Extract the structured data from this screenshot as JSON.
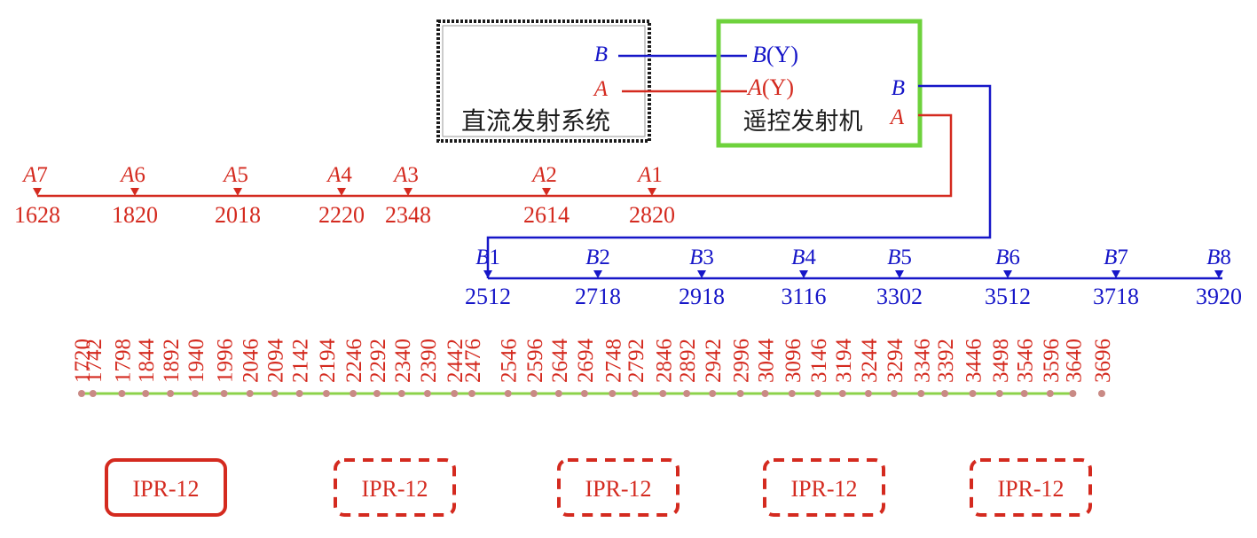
{
  "colors": {
    "red": "#d42a1f",
    "blue": "#1616c8",
    "green": "#6ed23c",
    "line_green": "#8cd24a",
    "dot": "#c98a85",
    "black": "#1a1a1a"
  },
  "dc_system": {
    "label": "直流发射系统",
    "port_b": "B",
    "port_a": "A"
  },
  "remote_transmitter": {
    "label": "遥控发射机",
    "in_b": "B(Y)",
    "in_a": "A(Y)",
    "out_b": "B",
    "out_a": "A"
  },
  "line_a": {
    "stations": [
      {
        "name": "A7",
        "value": "1628"
      },
      {
        "name": "A6",
        "value": "1820"
      },
      {
        "name": "A5",
        "value": "2018"
      },
      {
        "name": "A4",
        "value": "2220"
      },
      {
        "name": "A3",
        "value": "2348"
      },
      {
        "name": "A2",
        "value": "2614"
      },
      {
        "name": "A1",
        "value": "2820"
      }
    ]
  },
  "line_b": {
    "stations": [
      {
        "name": "B1",
        "value": "2512"
      },
      {
        "name": "B2",
        "value": "2718"
      },
      {
        "name": "B3",
        "value": "2918"
      },
      {
        "name": "B4",
        "value": "3116"
      },
      {
        "name": "B5",
        "value": "3302"
      },
      {
        "name": "B6",
        "value": "3512"
      },
      {
        "name": "B7",
        "value": "3718"
      },
      {
        "name": "B8",
        "value": "3920"
      }
    ]
  },
  "receiver_line": {
    "points": [
      "1720",
      "1742",
      "1798",
      "1844",
      "1892",
      "1940",
      "1996",
      "2046",
      "2094",
      "2142",
      "2194",
      "2246",
      "2292",
      "2340",
      "2390",
      "2442",
      "2476",
      "2546",
      "2596",
      "2644",
      "2694",
      "2748",
      "2792",
      "2846",
      "2892",
      "2942",
      "2996",
      "3044",
      "3096",
      "3146",
      "3194",
      "3244",
      "3294",
      "3346",
      "3392",
      "3446",
      "3498",
      "3546",
      "3596",
      "3640",
      "3696"
    ]
  },
  "receivers": [
    {
      "label": "IPR-12",
      "style": "solid"
    },
    {
      "label": "IPR-12",
      "style": "dashed"
    },
    {
      "label": "IPR-12",
      "style": "dashed"
    },
    {
      "label": "IPR-12",
      "style": "dashed"
    },
    {
      "label": "IPR-12",
      "style": "dashed"
    }
  ]
}
